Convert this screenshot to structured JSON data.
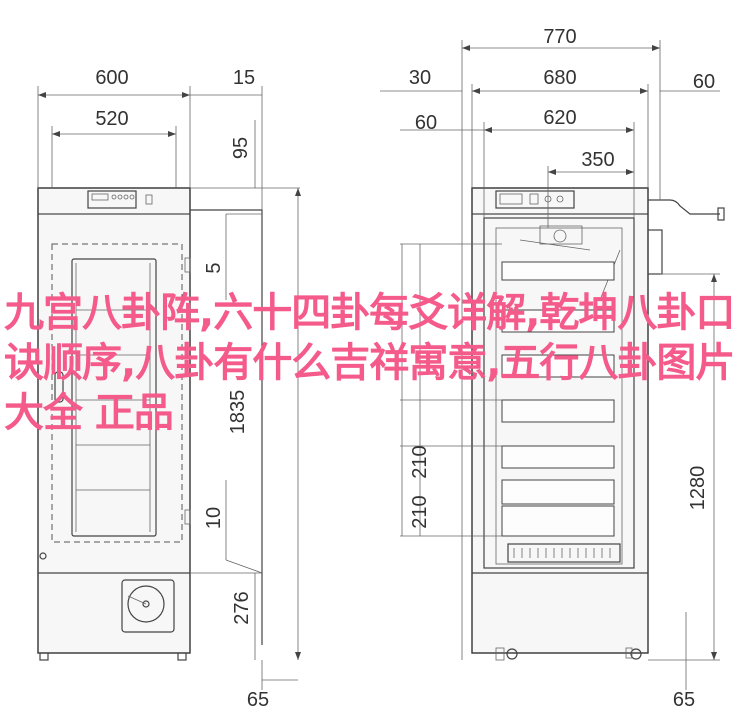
{
  "diagram": {
    "dimensions": {
      "width_770": "770",
      "width_600": "600",
      "gap_15": "15",
      "width_520": "520",
      "top_95": "95",
      "gap_30": "30",
      "width_680": "680",
      "gap_60_right": "60",
      "gap_60_left": "60",
      "width_620": "620",
      "width_350": "350",
      "v_5": "5",
      "v_1835": "1835",
      "v_10": "10",
      "v_276": "276",
      "v_210a": "210",
      "v_210b": "210",
      "v_1280": "1280",
      "bottom_65_left": "65",
      "bottom_65_right": "65"
    }
  },
  "overlay_title": "九宫八卦阵,六十四卦每爻详解,乾坤八卦口诀顺序,八卦有什么吉祥寓意,五行八卦图片大全 正品"
}
